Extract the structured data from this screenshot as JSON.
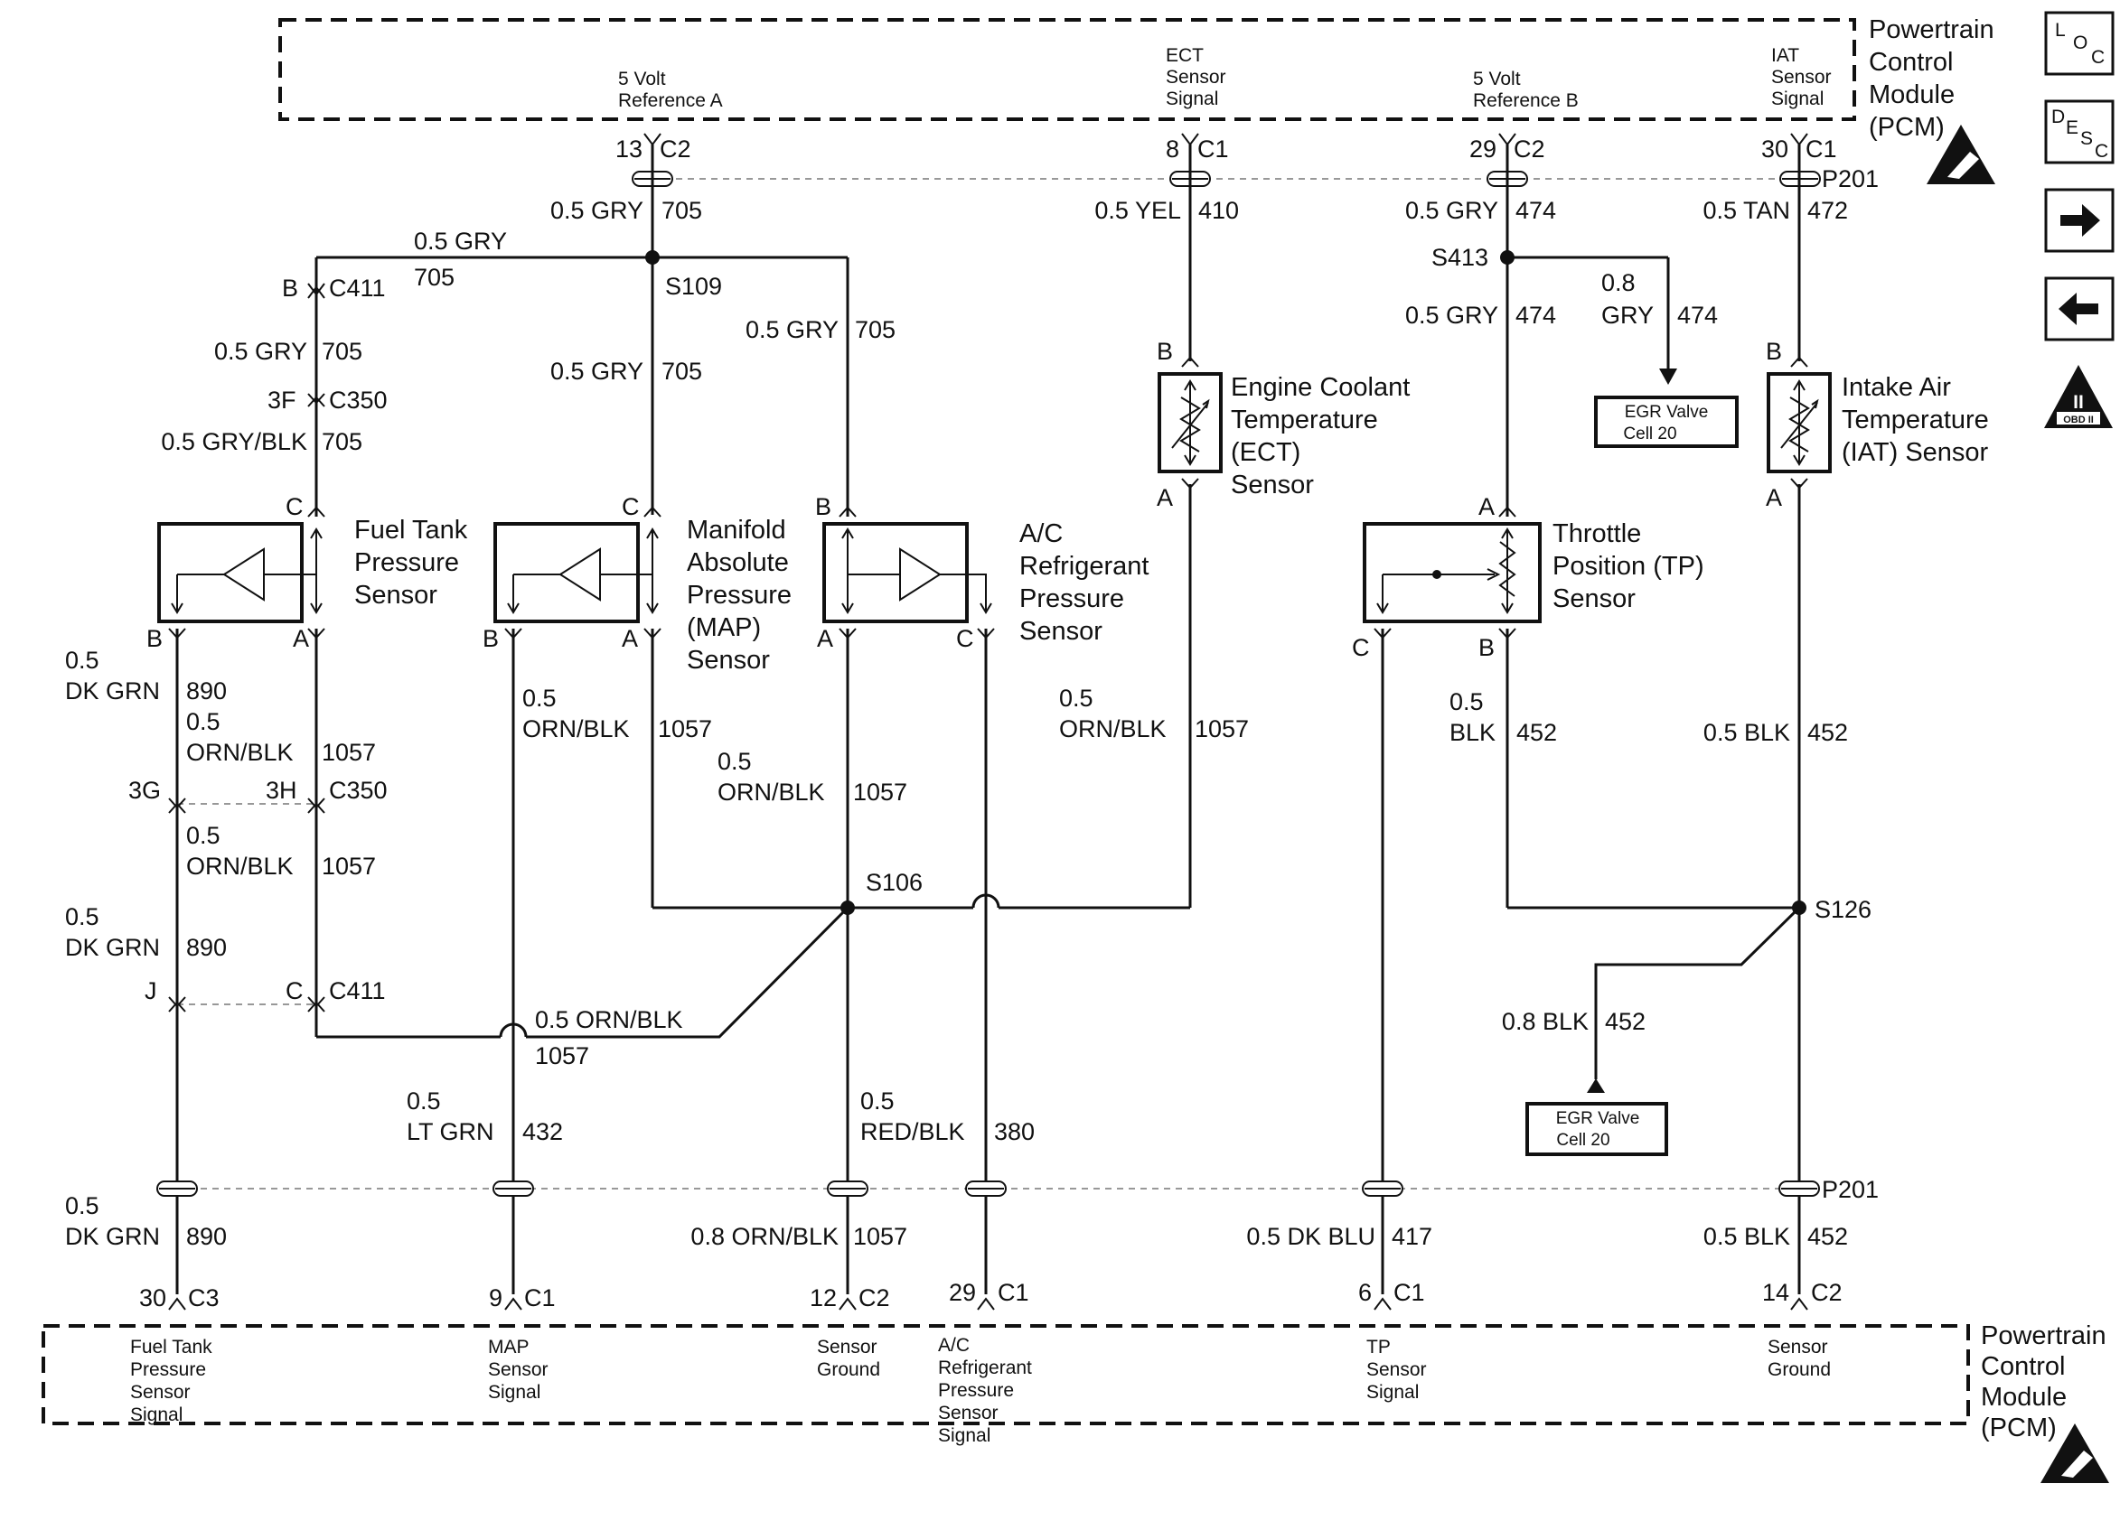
{
  "pcm": {
    "label": [
      "Powertrain",
      "Control",
      "Module",
      "(PCM)"
    ]
  },
  "top_pins": [
    {
      "desc": [
        "5 Volt",
        "Reference A"
      ],
      "pin": "13",
      "conn": "C2"
    },
    {
      "desc": [
        "ECT",
        "Sensor",
        "Signal"
      ],
      "pin": "8",
      "conn": "C1"
    },
    {
      "desc": [
        "5 Volt",
        "Reference B"
      ],
      "pin": "29",
      "conn": "C2"
    },
    {
      "desc": [
        "IAT",
        "Sensor",
        "Signal"
      ],
      "pin": "30",
      "conn": "C1"
    }
  ],
  "bottom_pins": [
    {
      "desc": [
        "Fuel Tank",
        "Pressure",
        "Sensor",
        "Signal"
      ],
      "pin": "30",
      "conn": "C3"
    },
    {
      "desc": [
        "MAP",
        "Sensor",
        "Signal"
      ],
      "pin": "9",
      "conn": "C1"
    },
    {
      "desc": [
        "Sensor",
        "Ground"
      ],
      "pin": "12",
      "conn": "C2"
    },
    {
      "desc": [
        "A/C",
        "Refrigerant",
        "Pressure",
        "Sensor",
        "Signal"
      ],
      "pin": "29",
      "conn": "C1"
    },
    {
      "desc": [
        "TP",
        "Sensor",
        "Signal"
      ],
      "pin": "6",
      "conn": "C1"
    },
    {
      "desc": [
        "Sensor",
        "Ground"
      ],
      "pin": "14",
      "conn": "C2"
    }
  ],
  "connectors": {
    "p201_top": "P201",
    "p201_bottom": "P201"
  },
  "splices": {
    "s109": "S109",
    "s413": "S413",
    "s106": "S106",
    "s126": "S126"
  },
  "inline_connectors": {
    "c411": "C411",
    "c350": "C350"
  },
  "wires": {
    "w705_top": [
      "0.5 GRY",
      "705"
    ],
    "w705_left": [
      "0.5 GRY",
      "705"
    ],
    "w705_left_lower": [
      "0.5 GRY",
      "705"
    ],
    "w705_gryblk": [
      "0.5 GRY/BLK",
      "705"
    ],
    "w705_map": [
      "0.5 GRY",
      "705"
    ],
    "w705_ac": [
      "0.5 GRY",
      "705"
    ],
    "w410": [
      "0.5 YEL",
      "410"
    ],
    "w474_top": [
      "0.5 GRY",
      "474"
    ],
    "w474_mid": [
      "0.5 GRY",
      "474"
    ],
    "w474_egr": [
      "0.8",
      "GRY",
      "474"
    ],
    "w472": [
      "0.5 TAN",
      "472"
    ],
    "w890_a": [
      "0.5",
      "DK GRN",
      "890"
    ],
    "w1057_a": [
      "0.5",
      "ORN/BLK",
      "1057"
    ],
    "w1057_b": [
      "0.5",
      "ORN/BLK",
      "1057"
    ],
    "w890_b": [
      "0.5",
      "DK GRN",
      "890"
    ],
    "w1057_diag": [
      "0.5 ORN/BLK",
      "1057"
    ],
    "w1057_map": [
      "0.5",
      "ORN/BLK",
      "1057"
    ],
    "w1057_ac": [
      "0.5",
      "ORN/BLK",
      "1057"
    ],
    "w1057_ect": [
      "0.5",
      "ORN/BLK",
      "1057"
    ],
    "w452_tp": [
      "0.5",
      "BLK",
      "452"
    ],
    "w452_iat": [
      "0.5 BLK",
      "452"
    ],
    "w452_egr": [
      "0.8 BLK",
      "452"
    ],
    "w432": [
      "0.5",
      "LT GRN",
      "432"
    ],
    "w380": [
      "0.5",
      "RED/BLK",
      "380"
    ],
    "w890_bot": [
      "0.5",
      "DK GRN",
      "890"
    ],
    "w1057_bot": [
      "0.8 ORN/BLK",
      "1057"
    ],
    "w417": [
      "0.5 DK BLU",
      "417"
    ],
    "w452_bot": [
      "0.5 BLK",
      "452"
    ]
  },
  "sensors": {
    "fuel_tank": [
      "Fuel Tank",
      "Pressure",
      "Sensor"
    ],
    "map": [
      "Manifold",
      "Absolute",
      "Pressure",
      "(MAP)",
      "Sensor"
    ],
    "ac": [
      "A/C",
      "Refrigerant",
      "Pressure",
      "Sensor"
    ],
    "ect": [
      "Engine Coolant",
      "Temperature",
      "(ECT)",
      "Sensor"
    ],
    "tp": [
      "Throttle",
      "Position (TP)",
      "Sensor"
    ],
    "iat": [
      "Intake Air",
      "Temperature",
      "(IAT) Sensor"
    ]
  },
  "egr_refs": {
    "a": [
      "EGR Valve",
      "Cell 20"
    ],
    "b": [
      "EGR Valve",
      "Cell 20"
    ]
  },
  "side_icons": {
    "loc": [
      "L",
      "O",
      "C"
    ],
    "desc": [
      "D",
      "E",
      "S",
      "C"
    ],
    "obd": "OBD II",
    "obd_num": "II"
  }
}
